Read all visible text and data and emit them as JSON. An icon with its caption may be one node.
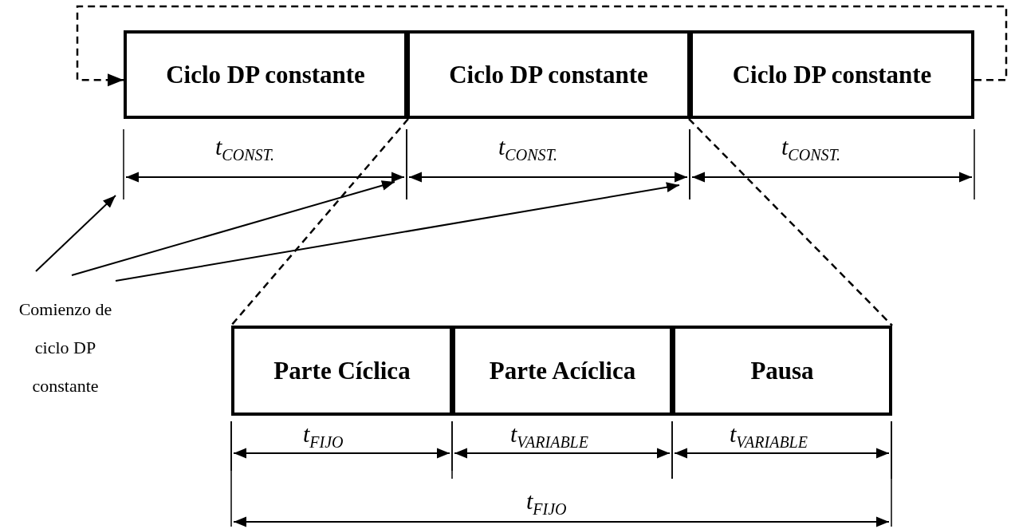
{
  "diagram": {
    "nodes": [
      {
        "text": [
          "Ciclo DP constante"
        ]
      },
      {
        "text": [
          "Ciclo DP constante"
        ]
      },
      {
        "text": [
          "Ciclo DP constante"
        ]
      },
      {
        "text": [
          "Parte Cíclica"
        ]
      },
      {
        "text": [
          "Parte Acíclica"
        ]
      },
      {
        "text": [
          "Pausa"
        ]
      },
      {
        "text": [
          "Comienzo de ciclo DP constante"
        ]
      }
    ],
    "edges": [
      {
        "from": 2,
        "to": 0,
        "arrow": "to",
        "style": "dashed"
      },
      {
        "from": 6,
        "to": null,
        "arrow": "to"
      },
      {
        "from": 6,
        "to": null,
        "arrow": "to"
      },
      {
        "from": 6,
        "to": null,
        "arrow": "to"
      },
      {
        "from": 1,
        "to": 3,
        "arrow": "none",
        "style": "dashed"
      },
      {
        "from": 1,
        "to": 5,
        "arrow": "none",
        "style": "dashed"
      }
    ],
    "labels": [
      "t$_{CONST.}$",
      "t$_{CONST.}$",
      "t$_{CONST.}$",
      "t$_{FIJO}$",
      "t$_{VARIABLE}$",
      "t$_{VARIABLE}$",
      "t$_{FIJO}$"
    ]
  }
}
